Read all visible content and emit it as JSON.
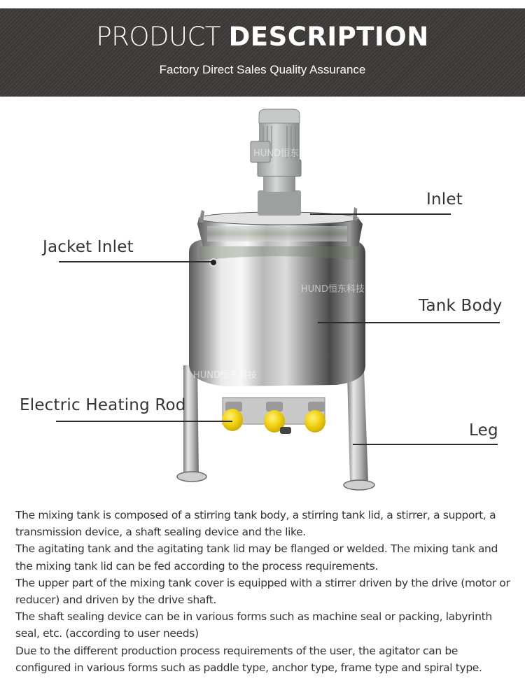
{
  "banner": {
    "title_light": "PRODUCT",
    "title_bold": "DESCRIPTION",
    "subtitle": "Factory Direct Sales Quality Assurance",
    "background": "#3f3a3a"
  },
  "figure": {
    "subject": "Stainless steel mixing tank with motor, jacket and electric heating rods",
    "watermark": "HUND恒东科技",
    "callouts": [
      {
        "id": "inlet",
        "label": "Inlet"
      },
      {
        "id": "jacket-inlet",
        "label": "Jacket Inlet"
      },
      {
        "id": "tank-body",
        "label": "Tank Body"
      },
      {
        "id": "electric-heating-rod",
        "label": "Electric Heating Rod"
      },
      {
        "id": "leg",
        "label": "Leg"
      }
    ],
    "heating_rod_color": "#f2d313"
  },
  "description": {
    "paragraphs": [
      "The mixing tank is composed of a stirring tank body, a stirring tank lid, a stirrer, a support, a transmission device, a shaft sealing device and the like.",
      "The agitating tank and the agitating tank lid may be flanged or welded. The mixing tank and the mixing tank lid can be fed according to the process requirements.",
      "The upper part of the mixing tank cover is equipped with a stirrer driven by the drive (motor or reducer) and driven by the drive shaft.",
      "The shaft sealing device can be in various forms such as machine seal or packing, labyrinth seal, etc. (according to user needs)",
      "Due to the different production process requirements of the user, the agitator can be configured in various forms such as paddle type, anchor type, frame type and spiral type."
    ]
  }
}
